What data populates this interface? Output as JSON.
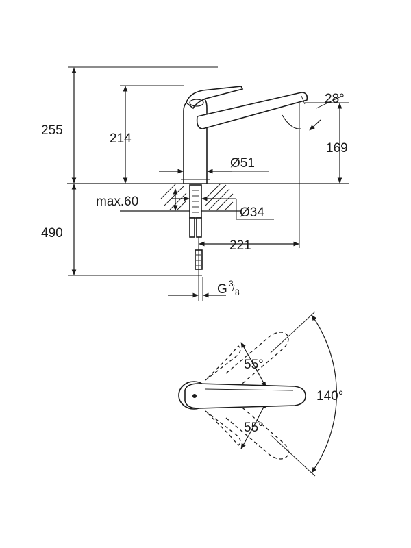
{
  "side_view": {
    "dim_total_height": "255",
    "dim_body_height": "214",
    "dim_spout_height": "169",
    "dim_spout_angle": "28°",
    "dim_base_diameter": "Ø51",
    "dim_max_deck": "max.60",
    "dim_hole_diameter": "Ø34",
    "dim_below_deck": "490",
    "dim_reach": "221",
    "dim_connection_prefix": "G",
    "dim_connection_num": "3",
    "dim_connection_den": "8"
  },
  "top_view": {
    "dim_swing_total": "140°",
    "dim_lever_up": "55°",
    "dim_lever_down": "55°"
  },
  "colors": {
    "line": "#1a1a1a",
    "background": "#ffffff"
  }
}
